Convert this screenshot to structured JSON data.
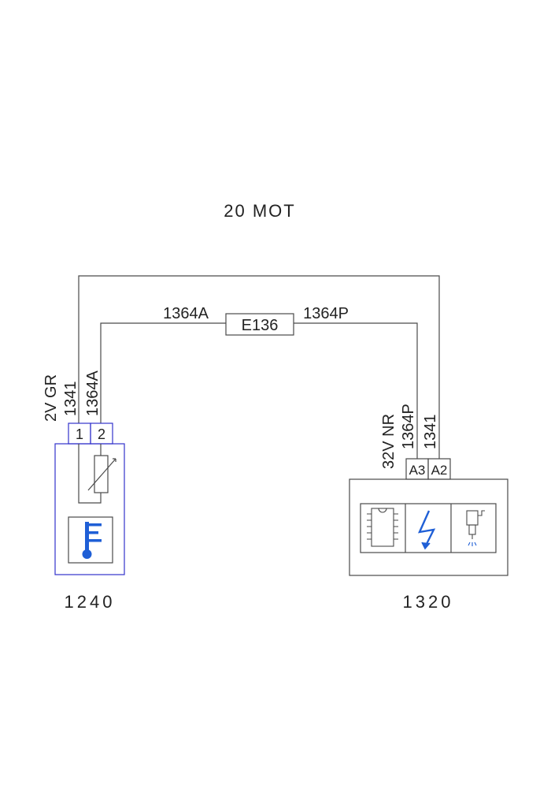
{
  "group_label": "20 MOT",
  "connector": "E136",
  "wires": {
    "top_loop": "1341",
    "link_left": "1364A",
    "link_right": "1364P"
  },
  "left_component": {
    "id": "1240",
    "pins": [
      "1",
      "2"
    ],
    "wire_labels": [
      "2V GR",
      "1341",
      "1364A"
    ],
    "icon": "temperature-sensor-icon",
    "border_color": "#3333cc"
  },
  "right_component": {
    "id": "1320",
    "pins": [
      "A3",
      "A2"
    ],
    "wire_labels": [
      "32V NR",
      "1364P",
      "1341"
    ],
    "icons": [
      "ecu-chip-icon",
      "ignition-bolt-icon",
      "injector-icon"
    ]
  },
  "colors": {
    "accent_blue": "#1f5fd6",
    "line": "#4a4a4a"
  }
}
